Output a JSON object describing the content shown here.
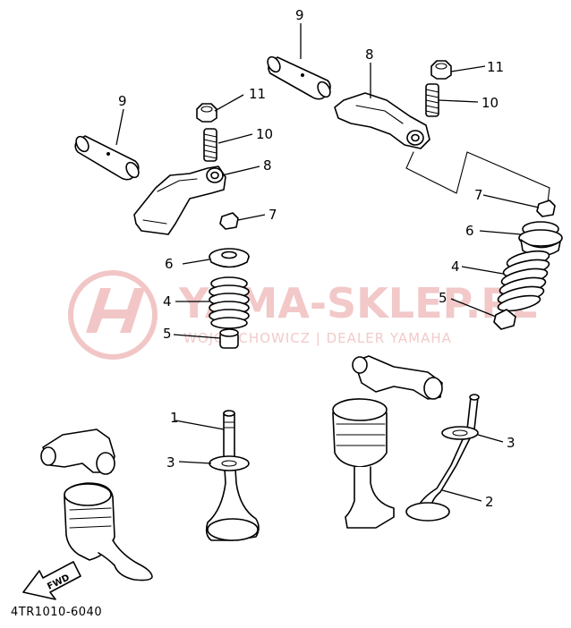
{
  "watermark": {
    "title": "YAMA-SKLEP.PL",
    "subtitle": "WOJCIECHOWICZ | DEALER YAMAHA"
  },
  "fwd_label": "FWD",
  "drawing_code": "4TR1010-6040",
  "callouts": [
    {
      "text": "9"
    },
    {
      "text": "11"
    },
    {
      "text": "10"
    },
    {
      "text": "8"
    },
    {
      "text": "7"
    },
    {
      "text": "6"
    },
    {
      "text": "4"
    },
    {
      "text": "5"
    },
    {
      "text": "1"
    },
    {
      "text": "3"
    },
    {
      "text": "9"
    },
    {
      "text": "8"
    },
    {
      "text": "11"
    },
    {
      "text": "10"
    },
    {
      "text": "7"
    },
    {
      "text": "6"
    },
    {
      "text": "4"
    },
    {
      "text": "5"
    },
    {
      "text": "3"
    },
    {
      "text": "2"
    }
  ]
}
